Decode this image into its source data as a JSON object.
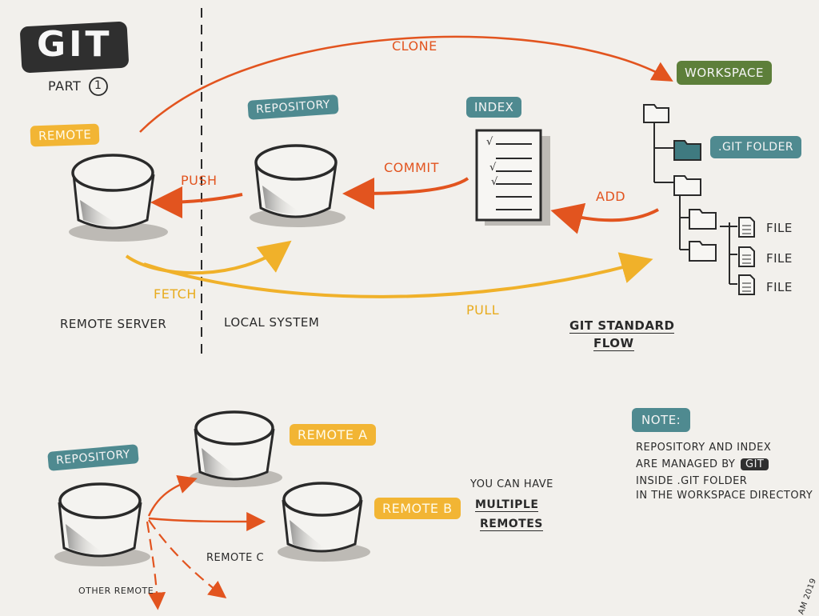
{
  "title": "GIT",
  "subtitle": "PART",
  "part_number": "1",
  "boxes": {
    "remote": "REMOTE",
    "repository": "REPOSITORY",
    "index": "INDEX",
    "workspace": "WORKSPACE",
    "git_folder": ".GIT FOLDER"
  },
  "actions": {
    "clone": "CLONE",
    "push": "PUSH",
    "commit": "COMMIT",
    "add": "ADD",
    "fetch": "FETCH",
    "pull": "PULL"
  },
  "files": [
    "FILE",
    "FILE",
    "FILE"
  ],
  "index_checks": [
    "√",
    "√",
    "√"
  ],
  "sections": {
    "remote_server": "REMOTE SERVER",
    "local_system": "LOCAL SYSTEM"
  },
  "flow_caption": {
    "line1": "GIT STANDARD",
    "line2": "FLOW"
  },
  "bottom": {
    "repository": "REPOSITORY",
    "remote_a": "REMOTE A",
    "remote_b": "REMOTE B",
    "remote_c": "REMOTE C",
    "other_remote": "OTHER REMOTE",
    "multi_line1": "YOU CAN HAVE",
    "multi_line2": "MULTIPLE",
    "multi_line3": "REMOTES"
  },
  "note": {
    "label": "NOTE:",
    "line1": "REPOSITORY AND INDEX",
    "line2_pre": "ARE MANAGED BY",
    "line2_chip": "GIT",
    "line3": "INSIDE .GIT FOLDER",
    "line4": "IN THE WORKSPACE DIRECTORY"
  },
  "signature": "AM 2019",
  "colors": {
    "background": "#f2f0ec",
    "orange": "#e2541f",
    "yellow": "#f2b534",
    "teal": "#4f8a90",
    "green": "#5d7f3a",
    "ink": "#2a2a2a"
  }
}
